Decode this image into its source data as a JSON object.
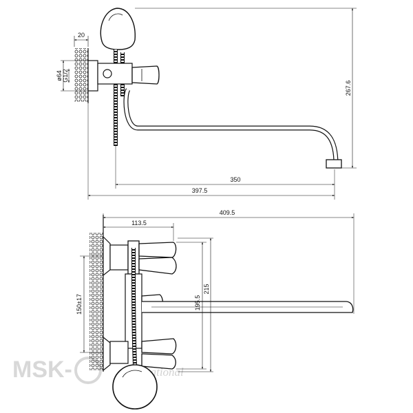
{
  "top_view": {
    "dims": {
      "d20": "20",
      "d64": "ø64",
      "g12": "G1/2",
      "d267": "267.6",
      "d350": "350",
      "d397": "397.5"
    }
  },
  "bottom_view": {
    "dims": {
      "d409": "409.5",
      "d113": "113.5",
      "d150": "150±17",
      "d195": "195.5",
      "d215": "215"
    }
  },
  "watermark": {
    "brand": "MSK-",
    "sub": "international"
  },
  "colors": {
    "line": "#111111",
    "watermark": "#d8d8d8"
  }
}
